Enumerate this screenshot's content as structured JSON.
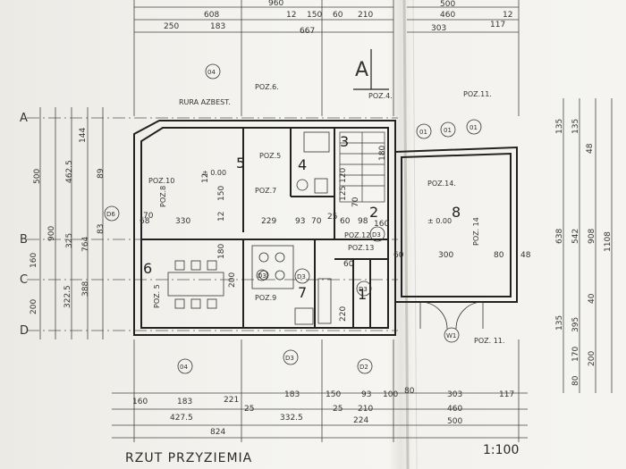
{
  "drawing": {
    "title": "RZUT PRZYZIEMIA",
    "scale": "1:100",
    "north_letter": "A",
    "axes": [
      "A",
      "B",
      "C",
      "D"
    ],
    "rooms": [
      {
        "id": "room-1",
        "label": "1"
      },
      {
        "id": "room-2",
        "label": "2"
      },
      {
        "id": "room-3",
        "label": "3"
      },
      {
        "id": "room-4",
        "label": "4"
      },
      {
        "id": "room-5",
        "label": "5"
      },
      {
        "id": "room-6",
        "label": "6"
      },
      {
        "id": "room-7",
        "label": "7"
      },
      {
        "id": "room-8",
        "label": "8"
      }
    ],
    "notes": [
      "RURA AZBEST.",
      "POZ.6.",
      "POZ.4.",
      "POZ.11.",
      "POZ.10",
      "POZ.8",
      "POZ.7",
      "POZ.5",
      "POZ.12",
      "POZ.14.",
      "POZ. 14",
      "POZ.9",
      "POZ. 5",
      "POZ. 11.",
      "POZ.13"
    ],
    "levels": [
      "± 0.00",
      "± 0.00"
    ],
    "bubbles": [
      "04",
      "01",
      "01",
      "01",
      "D6",
      "D3",
      "D3",
      "D3",
      "D3",
      "D3",
      "D2",
      "W1",
      "04"
    ],
    "top_dims_row1": [
      "960",
      "608",
      "12",
      "150",
      "60",
      "210",
      "500",
      "460",
      "12"
    ],
    "top_dims_row2": [
      "250",
      "183",
      "667",
      "303",
      "117"
    ],
    "bottom_dims_row1": [
      "160",
      "183",
      "221",
      "183",
      "150",
      "93",
      "100",
      "80",
      "303",
      "117"
    ],
    "bottom_dims_row2": [
      "427.5",
      "25",
      "332.5",
      "25",
      "210",
      "460"
    ],
    "bottom_dims_row3": [
      "824",
      "224",
      "500"
    ],
    "left_dims": [
      "500",
      "900",
      "160",
      "200",
      "462.5",
      "325",
      "322.5",
      "144",
      "764",
      "388",
      "89",
      "83"
    ],
    "right_dims": [
      "135",
      "135",
      "638",
      "542",
      "908",
      "1108",
      "135",
      "170",
      "200",
      "80",
      "48",
      "40",
      "395"
    ],
    "interior_dims": [
      "330",
      "229",
      "93",
      "70",
      "25",
      "60",
      "98",
      "160",
      "300",
      "80",
      "48",
      "200",
      "220",
      "60",
      "150",
      "12",
      "12",
      "180",
      "60",
      "120",
      "70",
      "68",
      "180",
      "125",
      "70"
    ]
  }
}
